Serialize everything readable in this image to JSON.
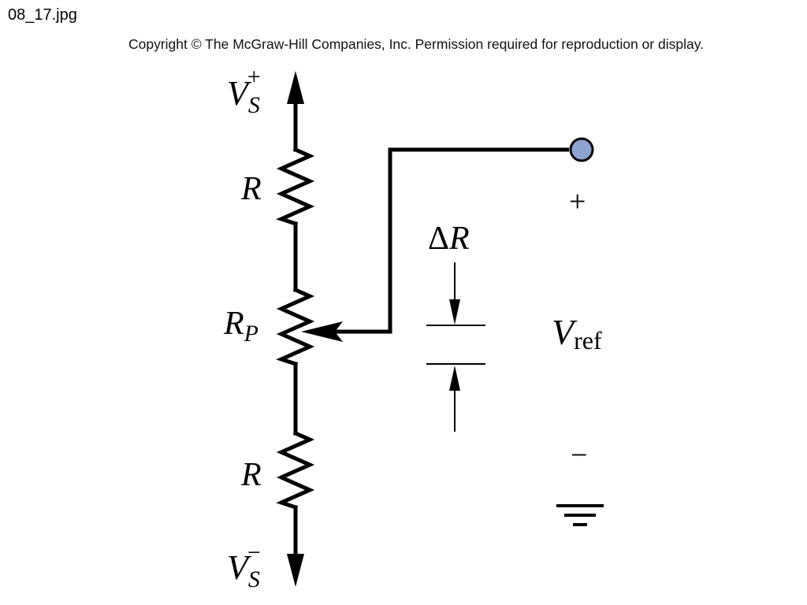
{
  "header": {
    "file_name": "08_17.jpg",
    "copyright": "Copyright © The McGraw-Hill Companies, Inc. Permission required for reproduction or display."
  },
  "diagram": {
    "supply_pos": {
      "symbol": "V",
      "subscript": "S",
      "superscript": "+"
    },
    "supply_neg": {
      "symbol": "V",
      "subscript": "S",
      "superscript": "−"
    },
    "resistor_top": "R",
    "potentiometer": {
      "symbol": "R",
      "subscript": "P"
    },
    "resistor_bottom": "R",
    "delta_r": {
      "delta": "Δ",
      "symbol": "R"
    },
    "vref": {
      "symbol": "V",
      "subscript": "ref"
    },
    "plus_sign": "+",
    "minus_sign": "−",
    "terminal_color": "#8ea2cf",
    "ground_symbol": "ground-icon"
  }
}
